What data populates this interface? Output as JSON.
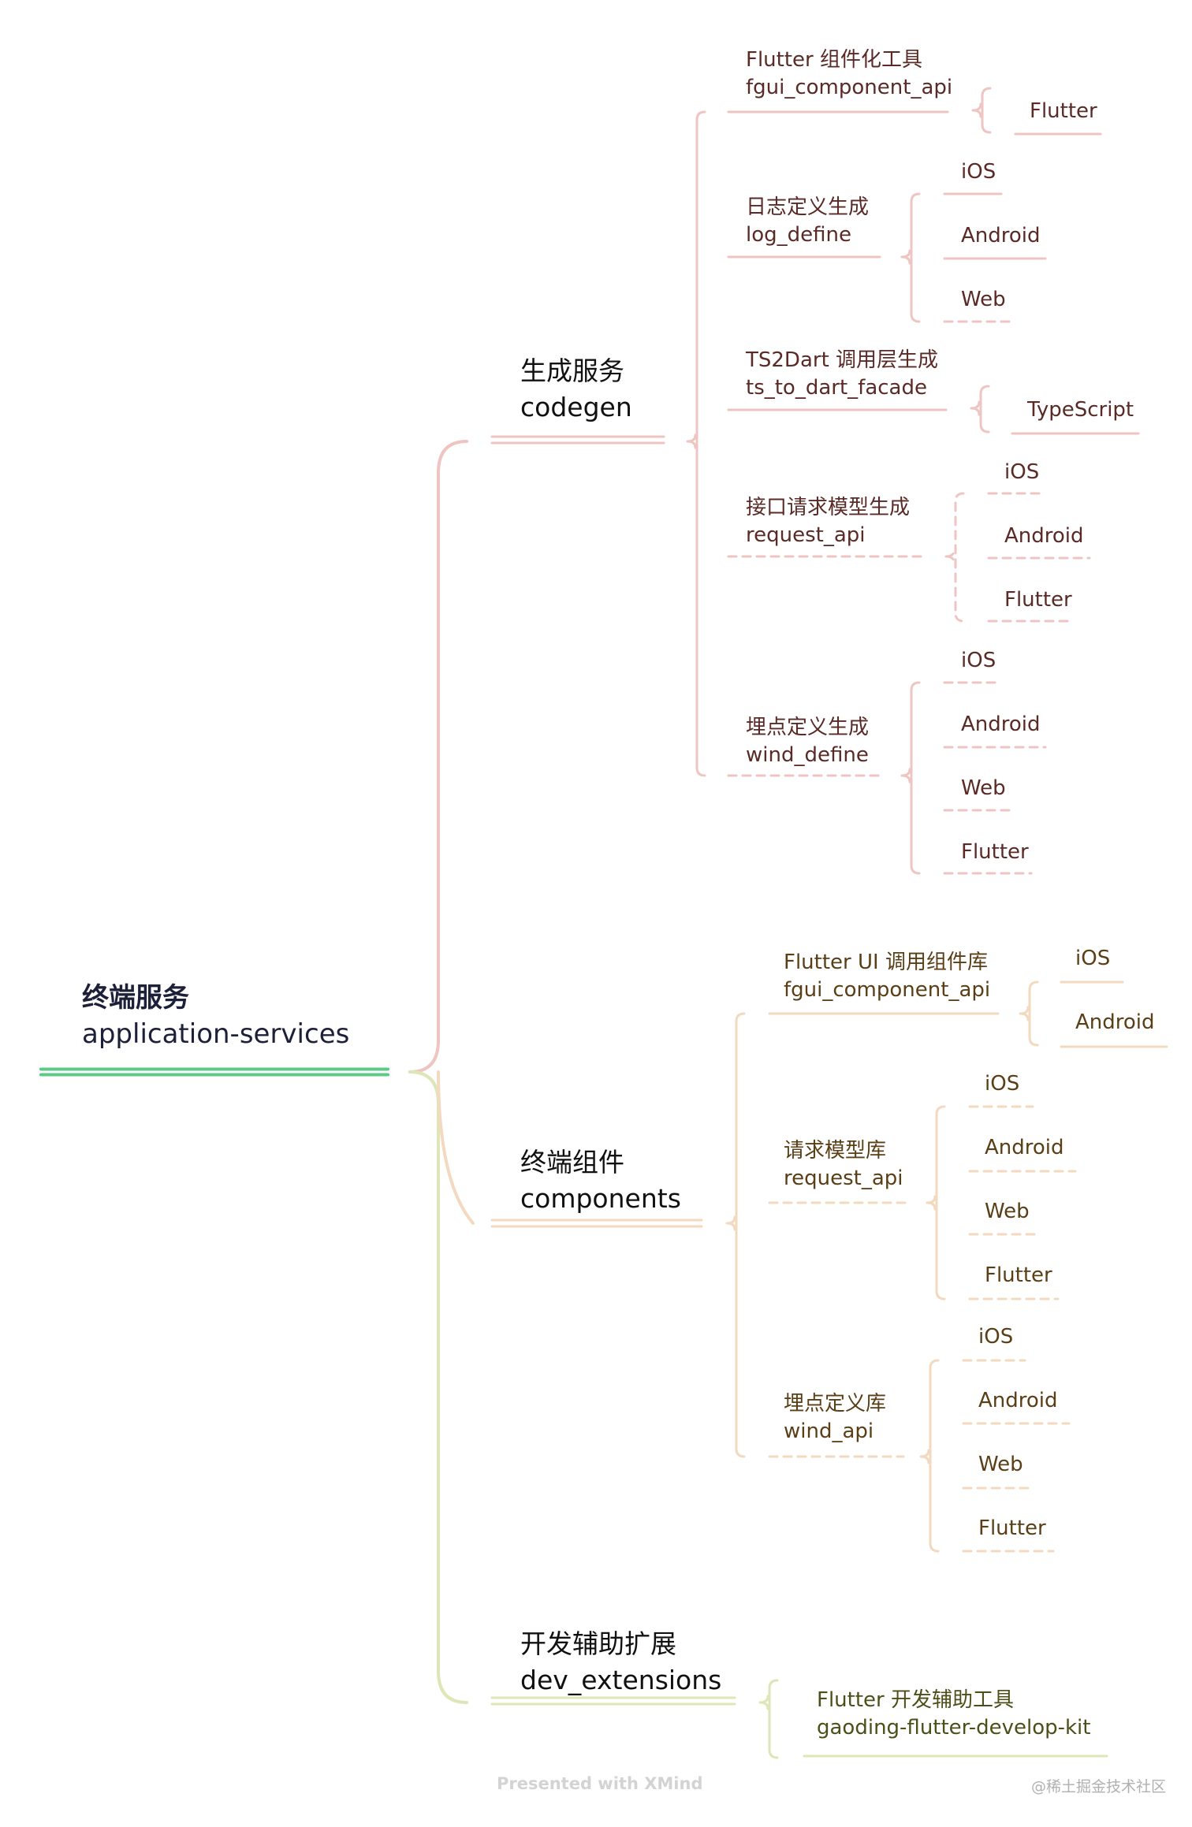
{
  "root": {
    "title": "终端服务",
    "subtitle": "application-services"
  },
  "codegen": {
    "title": "生成服务",
    "subtitle": "codegen",
    "items": [
      {
        "title": "Flutter 组件化工具",
        "subtitle": "fgui_component_api",
        "platforms": [
          "Flutter"
        ]
      },
      {
        "title": "日志定义生成",
        "subtitle": "log_define",
        "platforms": [
          "iOS",
          "Android",
          "Web"
        ]
      },
      {
        "title": "TS2Dart 调用层生成",
        "subtitle": "ts_to_dart_facade",
        "platforms": [
          "TypeScript"
        ]
      },
      {
        "title": "接口请求模型生成",
        "subtitle": "request_api",
        "platforms": [
          "iOS",
          "Android",
          "Flutter"
        ]
      },
      {
        "title": "埋点定义生成",
        "subtitle": "wind_define",
        "platforms": [
          "iOS",
          "Android",
          "Web",
          "Flutter"
        ]
      }
    ]
  },
  "components": {
    "title": "终端组件",
    "subtitle": "components",
    "items": [
      {
        "title": "Flutter UI 调用组件库",
        "subtitle": "fgui_component_api",
        "platforms": [
          "iOS",
          "Android"
        ]
      },
      {
        "title": "请求模型库",
        "subtitle": "request_api",
        "platforms": [
          "iOS",
          "Android",
          "Web",
          "Flutter"
        ]
      },
      {
        "title": "埋点定义库",
        "subtitle": "wind_api",
        "platforms": [
          "iOS",
          "Android",
          "Web",
          "Flutter"
        ]
      }
    ]
  },
  "dev_extensions": {
    "title": "开发辅助扩展",
    "subtitle": "dev_extensions",
    "items": [
      {
        "title": "Flutter 开发辅助工具",
        "subtitle": "gaoding-flutter-develop-kit"
      }
    ]
  },
  "footer": {
    "presented": "Presented with XMind",
    "watermark": "@稀土掘金技术社区"
  },
  "colors": {
    "root": "#5cc987",
    "codegen": "#eec5c2",
    "components": "#f2d9bf",
    "dev": "#dde6b6"
  }
}
